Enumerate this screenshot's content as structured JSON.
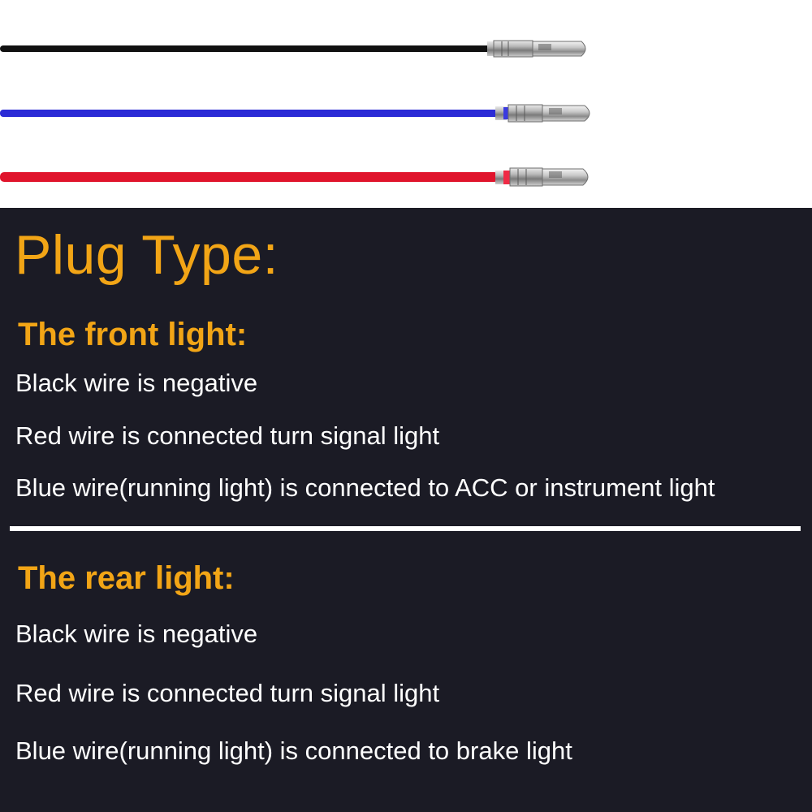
{
  "wires": [
    {
      "name": "black",
      "color": "#111111"
    },
    {
      "name": "blue",
      "color": "#2b2bd6"
    },
    {
      "name": "red",
      "color": "#e0142c"
    }
  ],
  "panel": {
    "heading": "Plug Type:",
    "front": {
      "title": "The front light:",
      "lines": [
        "Black wire is negative",
        "Red wire is connected turn signal light",
        "Blue wire(running light) is connected to ACC or instrument light"
      ]
    },
    "rear": {
      "title": "The rear light:",
      "lines": [
        "Black wire is negative",
        "Red wire is connected turn signal light",
        "Blue wire(running light) is connected to brake light"
      ]
    }
  }
}
